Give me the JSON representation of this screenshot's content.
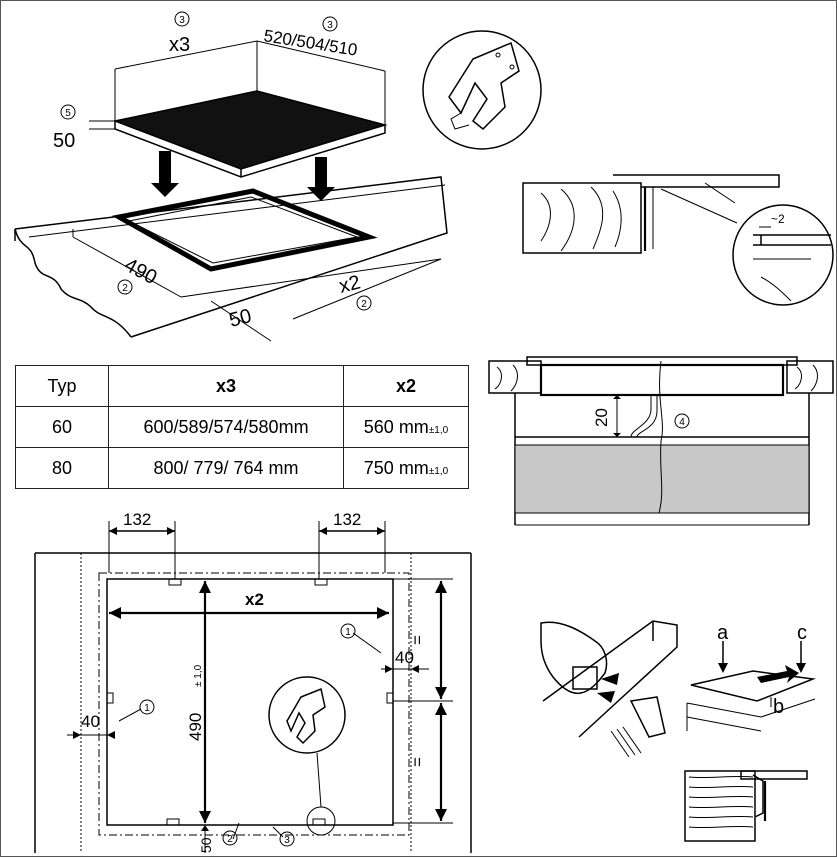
{
  "top_diagram": {
    "label_x3": "x3",
    "label_depth": "520/504/510",
    "label_thickness": "50",
    "label_cutout_depth": "490",
    "label_x2": "x2",
    "label_front_margin": "50",
    "circle_3a": "3",
    "circle_3b": "3",
    "circle_5": "5",
    "circle_2a": "2",
    "circle_2b": "2"
  },
  "gap_detail": {
    "label_gap": "~2"
  },
  "section_detail": {
    "label_clearance": "20",
    "circle_4": "4"
  },
  "table": {
    "headers": [
      "Typ",
      "x3",
      "x2"
    ],
    "rows": [
      {
        "typ": "60",
        "x3": "600/589/574/580mm",
        "x2": "560 mm",
        "tol": "±1,0"
      },
      {
        "typ": "80",
        "x3": "800/ 779/ 764 mm",
        "x2": "750 mm",
        "tol": "±1,0"
      }
    ]
  },
  "bottom_diagram": {
    "label_132_left": "132",
    "label_132_right": "132",
    "label_x2": "x2",
    "label_490": "490",
    "label_490_tol": "± 1,0",
    "label_40_left": "40",
    "label_40_right": "40",
    "label_50": "50",
    "label_eq_top": "=",
    "label_eq_bottom": "=",
    "circle_1a": "1",
    "circle_1b": "1",
    "circle_2": "2",
    "circle_3": "3"
  },
  "removal_detail": {
    "label_a": "a",
    "label_b": "b",
    "label_c": "c"
  }
}
